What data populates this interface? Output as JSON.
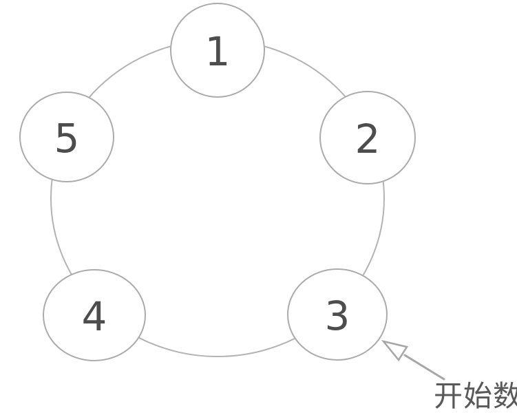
{
  "diagram": {
    "type": "circular-arrangement",
    "description": "Five numbered circles placed on a ring; an arrow marks the starting node",
    "nodes": [
      {
        "label": "1"
      },
      {
        "label": "2"
      },
      {
        "label": "3"
      },
      {
        "label": "4"
      },
      {
        "label": "5"
      }
    ],
    "annotation": {
      "label": "开始数",
      "arrow_target_node": "3"
    },
    "colors": {
      "background": "#ffffff",
      "ring_stroke": "#b3b3b3",
      "node_stroke": "#ababab",
      "node_fill": "#ffffff",
      "node_text": "#4d4d4d",
      "arrow": "#a6a6a6",
      "annotation_text": "#595959"
    }
  }
}
